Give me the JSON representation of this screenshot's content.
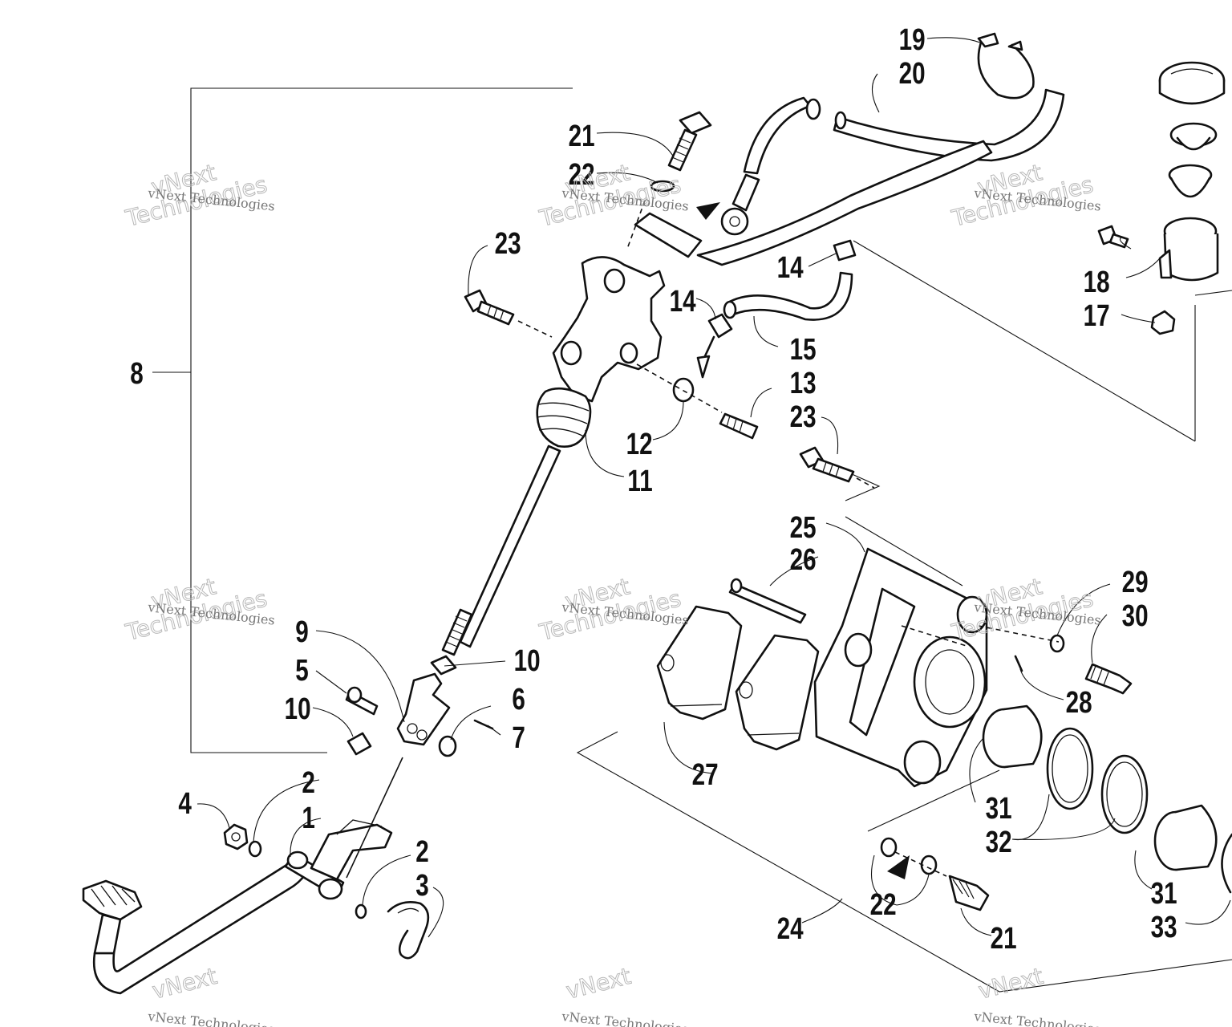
{
  "callouts": {
    "c1": "1",
    "c2a": "2",
    "c2b": "2",
    "c3": "3",
    "c4": "4",
    "c5": "5",
    "c6": "6",
    "c7": "7",
    "c8": "8",
    "c9": "9",
    "c10a": "10",
    "c10b": "10",
    "c11": "11",
    "c12": "12",
    "c13": "13",
    "c14a": "14",
    "c14b": "14",
    "c15": "15",
    "c17": "17",
    "c18": "18",
    "c19": "19",
    "c20": "20",
    "c21a": "21",
    "c21b": "21",
    "c22a": "22",
    "c22b": "22",
    "c23a": "23",
    "c23b": "23",
    "c24": "24",
    "c25": "25",
    "c26": "26",
    "c27": "27",
    "c28": "28",
    "c29": "29",
    "c30": "30",
    "c31a": "31",
    "c31b": "31",
    "c32": "32",
    "c33": "33"
  },
  "watermark": {
    "small": "vNext Technologies",
    "big_word": "vNext",
    "big_word2": "Technologies"
  },
  "colors": {
    "ink": "#111111",
    "paper": "#ffffff",
    "watermark": "#b8b8b8"
  }
}
